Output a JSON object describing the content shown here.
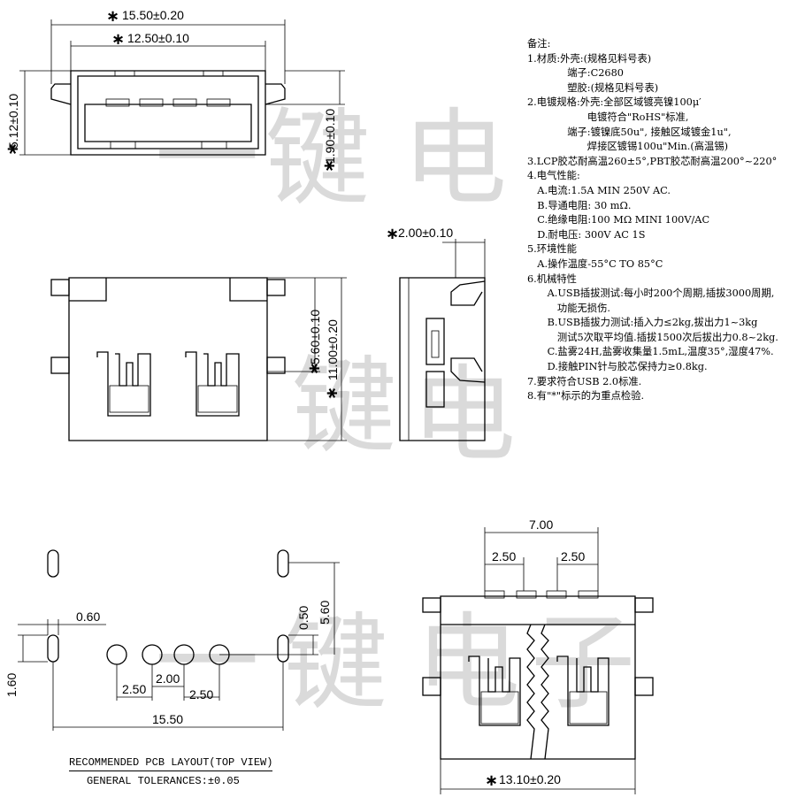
{
  "top_view": {
    "dim_overall_width": "15.50±0.20",
    "dim_inner_width": "12.50±0.10",
    "dim_height": "5.12±0.10",
    "dim_port_depth": "1.90±0.10",
    "star": "∗"
  },
  "front_view": {
    "dim_pin_offset": "5.60±0.10",
    "dim_total_height": "11.00±0.20",
    "star": "∗"
  },
  "side_view": {
    "dim_thickness": "2.00±0.10",
    "star": "∗"
  },
  "pcb_layout": {
    "dim_slot_width": "0.60",
    "dim_slot_height": "1.60",
    "dim_pitch_left": "2.50",
    "dim_pitch_mid": "2.00",
    "dim_pitch_right": "2.50",
    "dim_total_width": "15.50",
    "dim_slot_small": "0.50",
    "dim_slot_offset": "5.60",
    "caption": "RECOMMENDED PCB LAYOUT(TOP VIEW)",
    "tolerance": "GENERAL TOLERANCES:±0.05"
  },
  "bottom_view": {
    "dim_span": "7.00",
    "dim_pitch_left": "2.50",
    "dim_pitch_right": "2.50",
    "dim_width": "13.10±0.20",
    "star": "∗"
  },
  "watermark": [
    "一",
    "键",
    "电",
    "子"
  ],
  "notes": [
    "备注:",
    "1.材质:外壳:(规格见料号表)",
    "　　　　端子:C2680",
    "　　　　塑胶:(规格见料号表)",
    "2.电镀规格:外壳:全部区域镀亮镍100μ′",
    "　　　　　　电镀符合\"RoHS\"标准,",
    "　　　　端子:镀镍底50u\", 接触区域镀金1u\",",
    "　　　　　　焊接区镀锡100u\"Min.(高温锡)",
    "3.LCP胶芯耐高温260±5°,PBT胶芯耐高温200°~220°",
    "4.电气性能:",
    "　A.电流:1.5A MIN 250V AC.",
    "　B.导通电阻: 30 mΩ.",
    "　C.绝缘电阻:100 MΩ MINI 100V/AC",
    "　D.耐电压: 300V AC 1S",
    "5.环境性能",
    "　A.操作温度-55°C TO 85°C",
    "6.机械特性",
    "　　A.USB插拔测试:每小时200个周期,插拔3000周期,",
    "　　　功能无损伤.",
    "　　B.USB插拔力测试:插入力≤2kg,拔出力1~3kg",
    "　　　测试5次取平均值.插拔1500次后拔出力0.8~2kg.",
    "　　C.盐雾24H,盐雾收集量1.5mL,温度35°,湿度47%.",
    "　　D.接触PIN针与胶芯保持力≥0.8kg.",
    "7.要求符合USB 2.0标准.",
    "8.有\"*\"标示的为重点检验."
  ]
}
